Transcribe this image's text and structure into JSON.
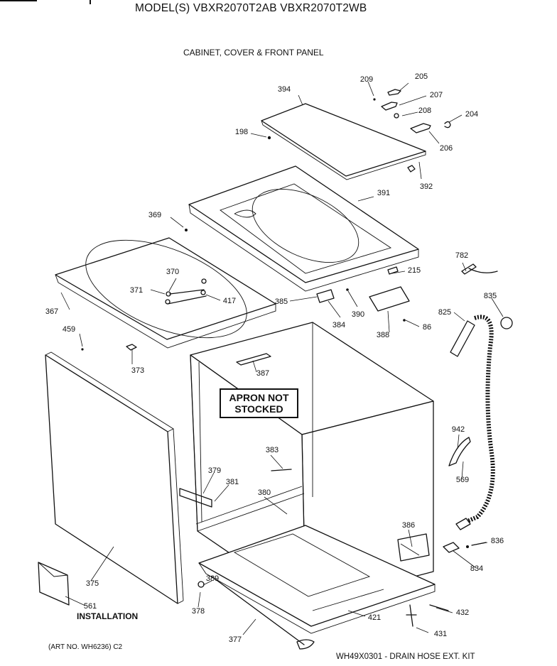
{
  "header": {
    "model_title": "MODEL(S) VBXR2070T2AB  VBXR2070T2WB",
    "section_title": "CABINET, COVER & FRONT PANEL"
  },
  "notice": {
    "apron_line1": "APRON NOT",
    "apron_line2": "STOCKED"
  },
  "labels": {
    "installation": "INSTALLATION",
    "art_no": "(ART NO. WH6236) C2",
    "kit_note": "WH49X0301 - DRAIN HOSE EXT. KIT"
  },
  "callouts": {
    "p205": "205",
    "p209": "209",
    "p207": "207",
    "p208": "208",
    "p204": "204",
    "p206": "206",
    "p394": "394",
    "p198": "198",
    "p392": "392",
    "p391": "391",
    "p369": "369",
    "p782": "782",
    "p370": "370",
    "p215": "215",
    "p371": "371",
    "p417": "417",
    "p385": "385",
    "p835": "835",
    "p367": "367",
    "p390": "390",
    "p825": "825",
    "p384": "384",
    "p86": "86",
    "p388": "388",
    "p459": "459",
    "p373": "373",
    "p387": "387",
    "p942": "942",
    "p383": "383",
    "p379": "379",
    "p381": "381",
    "p569": "569",
    "p380": "380",
    "p386": "386",
    "p836": "836",
    "p375": "375",
    "p834": "834",
    "p389": "389",
    "p561": "561",
    "p378": "378",
    "p432": "432",
    "p421": "421",
    "p431": "431",
    "p377": "377"
  }
}
